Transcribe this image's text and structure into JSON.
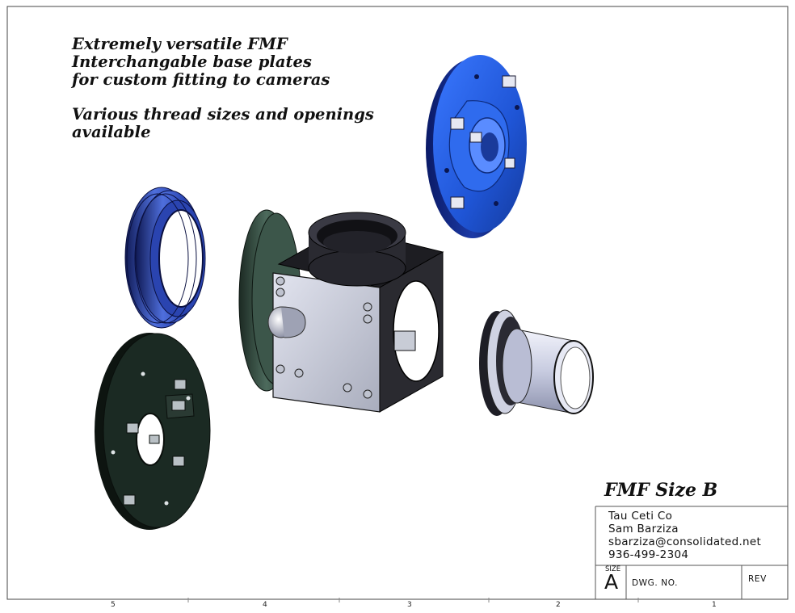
{
  "notes": {
    "line1": "Extremely versatile FMF",
    "line2": "Interchangable base plates",
    "line3": "for custom fitting to cameras",
    "line4": "Various thread sizes and openings",
    "line5": "available"
  },
  "drawing_title": "FMF Size B",
  "title_block": {
    "company": "Tau Ceti Co",
    "name": "Sam Barziza",
    "email": "sbarziza@consolidated.net",
    "phone": "936-499-2304",
    "size_label": "SIZE",
    "size_value": "A",
    "dwg_no_label": "DWG.  NO.",
    "rev_label": "REV"
  },
  "zones": [
    "5",
    "4",
    "3",
    "2",
    "1"
  ],
  "colors": {
    "plate_blue": "#2a5fd8",
    "plate_black": "#17221d",
    "body_gray": "#c9ccd8",
    "ring_blue": "#3d5cc8",
    "tube_silver": "#d8dcef"
  }
}
